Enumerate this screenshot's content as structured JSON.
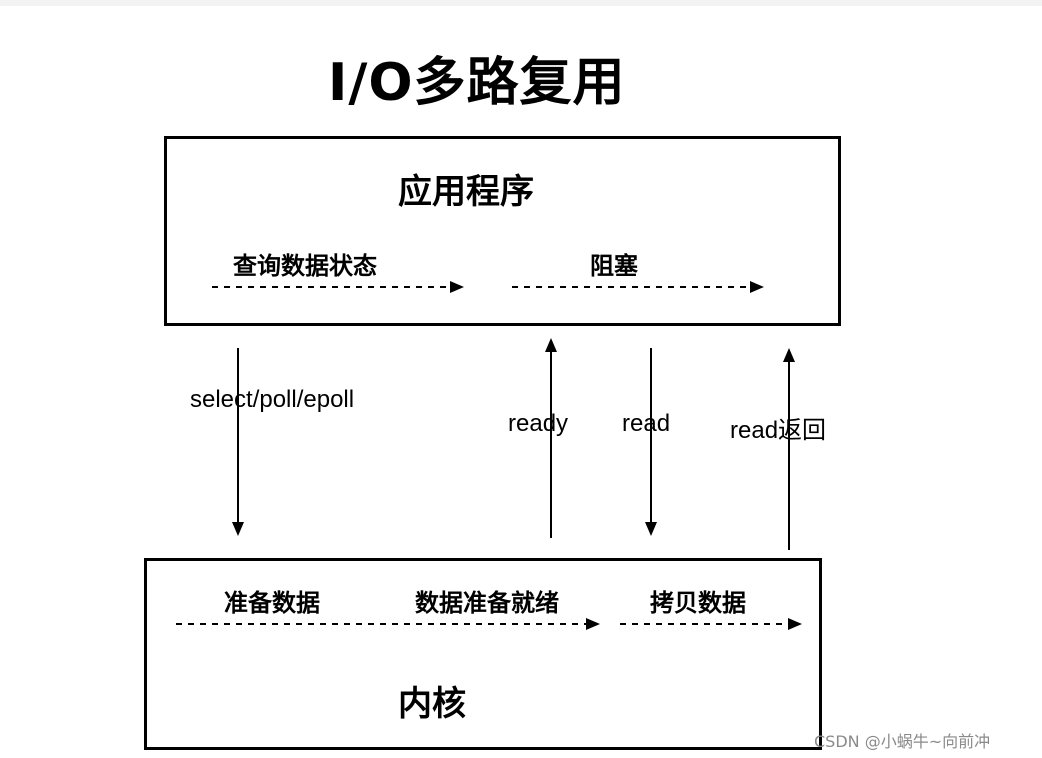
{
  "title": "I/O多路复用",
  "app_box": {
    "title": "应用程序",
    "sub_left": "查询数据状态",
    "sub_right": "阻塞"
  },
  "kernel_box": {
    "title": "内核",
    "sub_1": "准备数据",
    "sub_2": "数据准备就绪",
    "sub_3": "拷贝数据"
  },
  "arrow_labels": {
    "select": "select/poll/epoll",
    "ready": "ready",
    "read": "read",
    "read_return": "read返回"
  },
  "watermark": "CSDN @小蜗牛~向前冲"
}
